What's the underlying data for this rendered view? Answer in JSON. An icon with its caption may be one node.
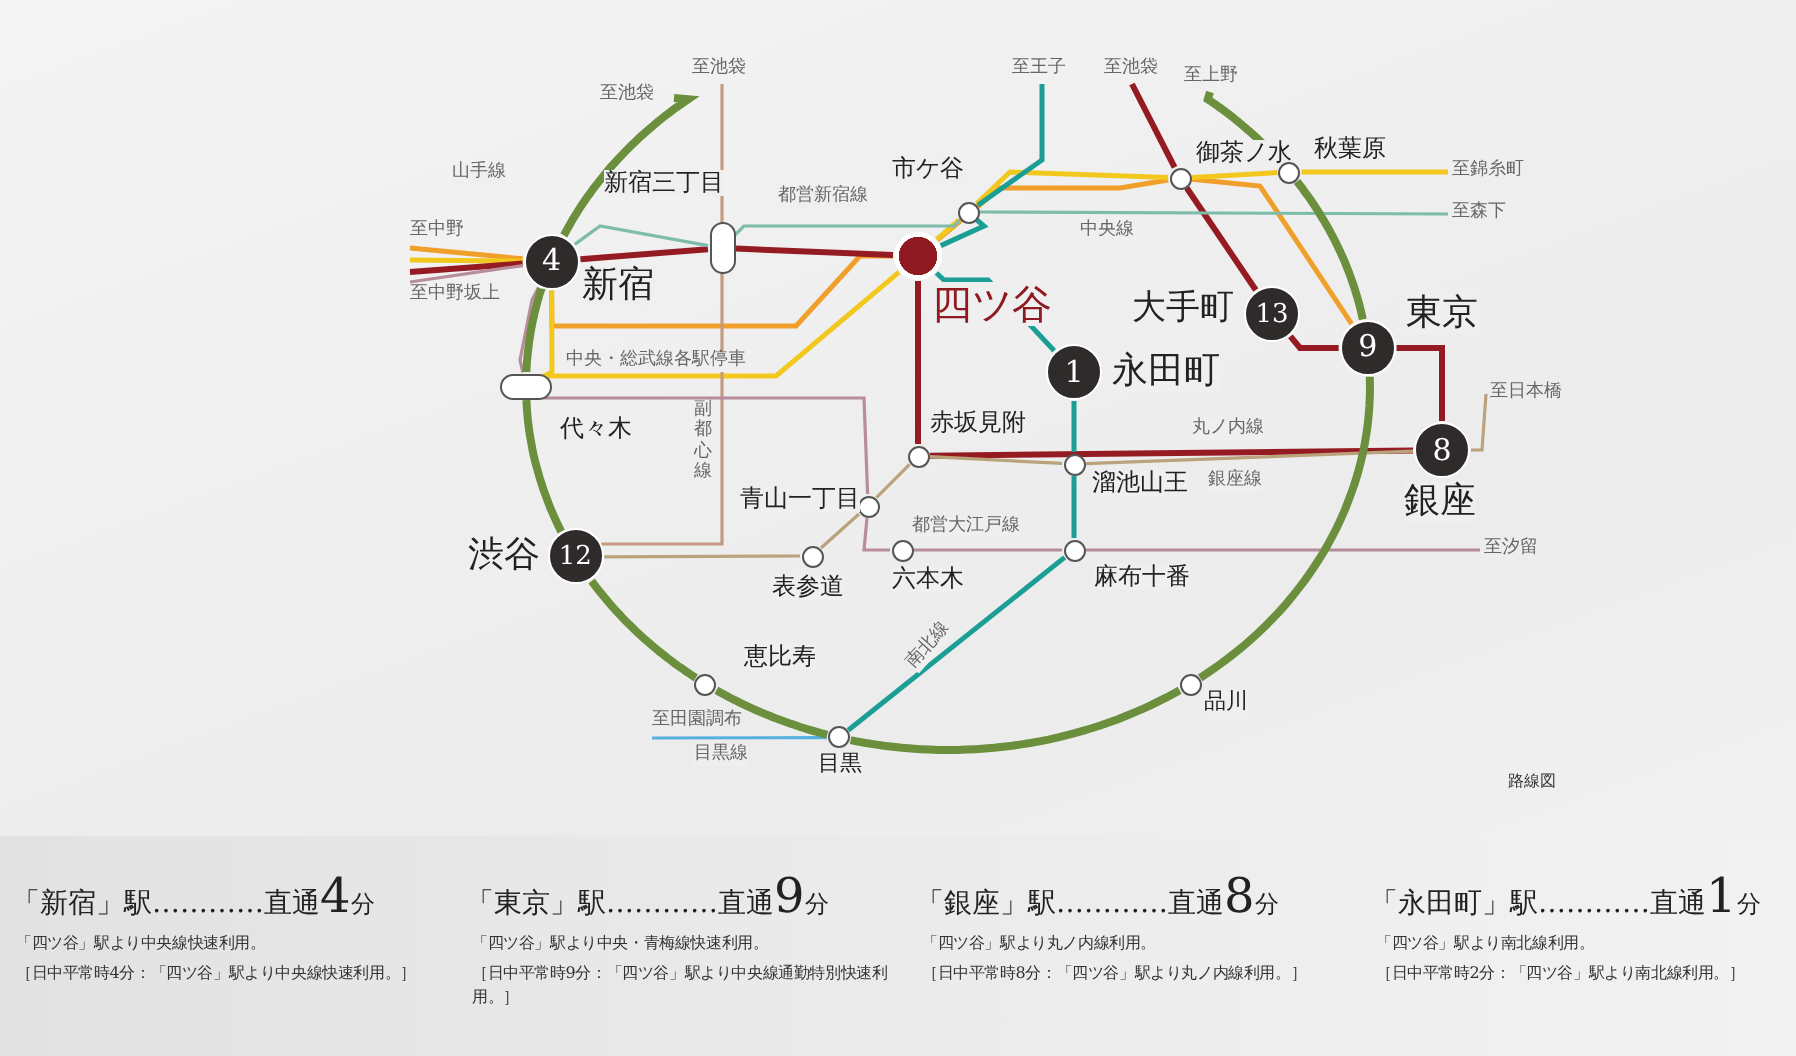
{
  "diagram": {
    "nodes": [
      {
        "text": [],
        "shape": "circle",
        "beside": [
          "四ツ谷"
        ]
      },
      {
        "text": [
          "4"
        ],
        "beside": [
          "新宿"
        ]
      },
      {
        "text": [],
        "shape": "box",
        "beside": [
          "新宿三丁目"
        ]
      },
      {
        "text": [],
        "shape": "circle",
        "beside": [
          "市ケ谷"
        ]
      },
      {
        "text": [],
        "shape": "circle",
        "beside": [
          "御茶ノ水"
        ]
      },
      {
        "text": [],
        "shape": "circle",
        "beside": [
          "秋葉原"
        ]
      },
      {
        "text": [
          "13"
        ],
        "beside": [
          "大手町"
        ]
      },
      {
        "text": [
          "9"
        ],
        "beside": [
          "東京"
        ]
      },
      {
        "text": [
          "1"
        ],
        "beside": [
          "永田町"
        ]
      },
      {
        "text": [
          "8"
        ],
        "beside": [
          "銀座"
        ]
      },
      {
        "text": [],
        "shape": "box",
        "beside": [
          "代々木"
        ]
      },
      {
        "text": [
          "12"
        ],
        "beside": [
          "渋谷"
        ]
      },
      {
        "text": [],
        "shape": "circle",
        "beside": [
          "赤坂見附"
        ]
      },
      {
        "text": [],
        "shape": "circle",
        "beside": [
          "青山一丁目"
        ]
      },
      {
        "text": [],
        "shape": "circle",
        "beside": [
          "表参道"
        ]
      },
      {
        "text": [],
        "shape": "circle",
        "beside": [
          "六本木"
        ]
      },
      {
        "text": [],
        "shape": "circle",
        "beside": [
          "溜池山王"
        ]
      },
      {
        "text": [],
        "shape": "circle",
        "beside": [
          "麻布十番"
        ]
      },
      {
        "text": [],
        "shape": "circle",
        "beside": [
          "恵比寿"
        ]
      },
      {
        "text": [],
        "shape": "circle",
        "beside": [
          "目黒"
        ]
      },
      {
        "text": [],
        "shape": "circle",
        "beside": [
          "品川"
        ]
      },
      {
        "text": [
          "至池袋"
        ]
      },
      {
        "text": [
          "至池袋"
        ]
      },
      {
        "text": [
          "至王子"
        ]
      },
      {
        "text": [
          "至池袋"
        ]
      },
      {
        "text": [
          "至上野"
        ]
      },
      {
        "text": [
          "至中野"
        ]
      },
      {
        "text": [
          "至錦糸町"
        ]
      },
      {
        "text": [
          "至森下"
        ]
      },
      {
        "text": [
          "至中野坂上"
        ]
      },
      {
        "text": [
          "至日本橋"
        ]
      },
      {
        "text": [
          "至汐留"
        ]
      },
      {
        "text": [
          "至田園調布"
        ]
      }
    ],
    "edges": [
      {
        "from": 26,
        "to": 1,
        "arrow": "none",
        "color": "#f0a02a"
      },
      {
        "from": 1,
        "to": 0,
        "arrow": "none",
        "color": "#f0a02a"
      },
      {
        "from": 0,
        "to": 4,
        "arrow": "none",
        "color": "#f0a02a"
      },
      {
        "from": 4,
        "to": 7,
        "arrow": "none",
        "color": "#f0a02a"
      },
      {
        "from": 26,
        "to": 1,
        "arrow": "none",
        "color": "#f3c81e"
      },
      {
        "from": 1,
        "to": 10,
        "arrow": "none",
        "color": "#f3c81e"
      },
      {
        "from": 10,
        "to": 0,
        "arrow": "none",
        "color": "#f3c81e"
      },
      {
        "from": 0,
        "to": 3,
        "arrow": "none",
        "color": "#f3c81e"
      },
      {
        "from": 3,
        "to": 4,
        "arrow": "none",
        "color": "#f3c81e"
      },
      {
        "from": 4,
        "to": 5,
        "arrow": "none",
        "color": "#f3c81e"
      },
      {
        "from": 5,
        "to": 27,
        "arrow": "none",
        "color": "#f3c81e"
      },
      {
        "from": 24,
        "to": 4,
        "arrow": "none",
        "color": "#951b22"
      },
      {
        "from": 4,
        "to": 6,
        "arrow": "none",
        "color": "#951b22"
      },
      {
        "from": 6,
        "to": 7,
        "arrow": "none",
        "color": "#951b22"
      },
      {
        "from": 7,
        "to": 9,
        "arrow": "none",
        "color": "#951b22"
      },
      {
        "from": 9,
        "to": 12,
        "arrow": "none",
        "color": "#951b22"
      },
      {
        "from": 12,
        "to": 0,
        "arrow": "none",
        "color": "#951b22"
      },
      {
        "from": 0,
        "to": 2,
        "arrow": "none",
        "color": "#951b22"
      },
      {
        "from": 2,
        "to": 1,
        "arrow": "none",
        "color": "#951b22"
      },
      {
        "from": 1,
        "to": 29,
        "arrow": "none",
        "color": "#951b22"
      },
      {
        "from": 1,
        "to": 2,
        "arrow": "none",
        "color": "#7dbcaa"
      },
      {
        "from": 2,
        "to": 3,
        "arrow": "none",
        "color": "#7dbcaa"
      },
      {
        "from": 3,
        "to": 28,
        "arrow": "none",
        "color": "#7dbcaa"
      },
      {
        "from": 23,
        "to": 3,
        "arrow": "none",
        "color": "#1a9e96"
      },
      {
        "from": 3,
        "to": 0,
        "arrow": "none",
        "color": "#1a9e96"
      },
      {
        "from": 0,
        "to": 8,
        "arrow": "none",
        "color": "#1a9e96"
      },
      {
        "from": 8,
        "to": 16,
        "arrow": "none",
        "color": "#1a9e96"
      },
      {
        "from": 16,
        "to": 17,
        "arrow": "none",
        "color": "#1a9e96"
      },
      {
        "from": 17,
        "to": 19,
        "arrow": "none",
        "color": "#1a9e96"
      },
      {
        "from": 19,
        "to": 32,
        "arrow": "none",
        "color": "#56b0e0"
      },
      {
        "from": 11,
        "to": 14,
        "arrow": "none",
        "color": "#b9a27c"
      },
      {
        "from": 14,
        "to": 13,
        "arrow": "none",
        "color": "#b9a27c"
      },
      {
        "from": 13,
        "to": 12,
        "arrow": "none",
        "color": "#b9a27c"
      },
      {
        "from": 12,
        "to": 16,
        "arrow": "none",
        "color": "#b9a27c"
      },
      {
        "from": 16,
        "to": 9,
        "arrow": "none",
        "color": "#b9a27c"
      },
      {
        "from": 9,
        "to": 30,
        "arrow": "none",
        "color": "#b9a27c"
      },
      {
        "from": 22,
        "to": 2,
        "arrow": "none",
        "color": "#c49a80"
      },
      {
        "from": 2,
        "to": 11,
        "arrow": "none",
        "color": "#c49a80"
      },
      {
        "from": 29,
        "to": 1,
        "arrow": "none",
        "color": "#b88c9a"
      },
      {
        "from": 1,
        "to": 10,
        "arrow": "none",
        "color": "#b88c9a"
      },
      {
        "from": 10,
        "to": 13,
        "arrow": "none",
        "color": "#b88c9a"
      },
      {
        "from": 13,
        "to": 15,
        "arrow": "none",
        "color": "#b88c9a"
      },
      {
        "from": 15,
        "to": 17,
        "arrow": "none",
        "color": "#b88c9a"
      },
      {
        "from": 17,
        "to": 31,
        "arrow": "none",
        "color": "#b88c9a"
      },
      {
        "from": 21,
        "to": 1,
        "arrow": "none",
        "color": "#6b8f3c"
      },
      {
        "from": 1,
        "to": 10,
        "arrow": "none",
        "color": "#6b8f3c"
      },
      {
        "from": 10,
        "to": 11,
        "arrow": "none",
        "color": "#6b8f3c"
      },
      {
        "from": 11,
        "to": 18,
        "arrow": "none",
        "color": "#6b8f3c"
      },
      {
        "from": 18,
        "to": 19,
        "arrow": "none",
        "color": "#6b8f3c"
      },
      {
        "from": 19,
        "to": 20,
        "arrow": "none",
        "color": "#6b8f3c"
      },
      {
        "from": 20,
        "to": 7,
        "arrow": "none",
        "color": "#6b8f3c"
      },
      {
        "from": 7,
        "to": 5,
        "arrow": "none",
        "color": "#6b8f3c"
      },
      {
        "from": 5,
        "to": 25,
        "arrow": "none",
        "color": "#6b8f3c"
      }
    ],
    "labels": [
      "山手線",
      "都営新宿線",
      "中央線",
      "中央・総武線各駅停車",
      "副都心線",
      "丸ノ内線",
      "銀座線",
      "都営大江戸線",
      "南北線",
      "目黒線",
      "路線図",
      "「新宿」駅…………直通4分",
      "「四ツ谷」駅より中央線快速利用。",
      "［日中平常時4分：「四ツ谷」駅より中央線快速利用。］",
      "「東京」駅…………直通9分",
      "「四ツ谷」駅より中央・青梅線快速利用。",
      "［日中平常時9分：「四ツ谷」駅より中央線通勤特別快速利用。］",
      "「銀座」駅…………直通8分",
      "「四ツ谷」駅より丸ノ内線利用。",
      "［日中平常時8分：「四ツ谷」駅より丸ノ内線利用。］",
      "「永田町」駅…………直通1分",
      "「四ツ谷」駅より南北線利用。",
      "［日中平常時2分：「四ツ谷」駅より南北線利用。］"
    ]
  }
}
